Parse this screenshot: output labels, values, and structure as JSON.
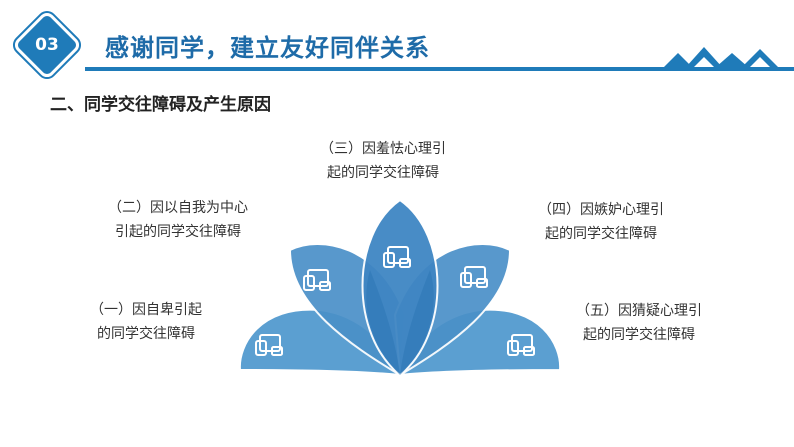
{
  "header": {
    "badge": "03",
    "title": "感谢同学，建立友好同伴关系"
  },
  "subtitle": "二、同学交往障碍及产生原因",
  "causes": [
    {
      "line1": "（一）因自卑引起",
      "line2": "的同学交往障碍"
    },
    {
      "line1": "（二）因以自我为中心",
      "line2": "引起的同学交往障碍"
    },
    {
      "line1": "（三）因羞怯心理引",
      "line2": "起的同学交往障碍"
    },
    {
      "line1": "（四）因嫉妒心理引",
      "line2": "起的同学交往障碍"
    },
    {
      "line1": "（五）因猜疑心理引",
      "line2": "起的同学交往障碍"
    }
  ],
  "colors": {
    "accent": "#1f7bb9",
    "petal_light": "#5b9fd1",
    "petal_dark": "#2f78b5"
  },
  "petal_icons": [
    "devices-icon",
    "devices-icon",
    "devices-icon",
    "devices-icon",
    "devices-icon"
  ]
}
